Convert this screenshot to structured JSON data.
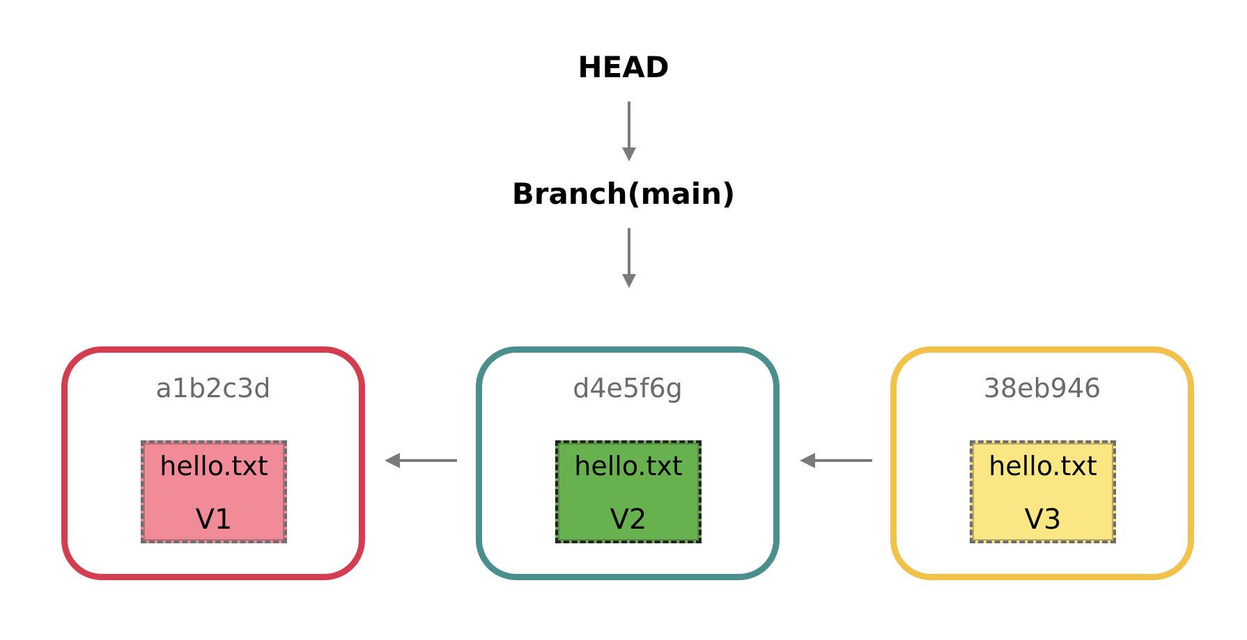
{
  "head": {
    "label": "HEAD"
  },
  "branch": {
    "label": "Branch(main)"
  },
  "commits": [
    {
      "hash": "a1b2c3d",
      "file": "hello.txt",
      "version": "V1",
      "border_color": "#d43c4f",
      "fill_color": "#f08b97"
    },
    {
      "hash": "d4e5f6g",
      "file": "hello.txt",
      "version": "V2",
      "border_color": "#4a8f8d",
      "fill_color": "#67b24e"
    },
    {
      "hash": "38eb946",
      "file": "hello.txt",
      "version": "V3",
      "border_color": "#f2c14a",
      "fill_color": "#fae783"
    }
  ],
  "arrow_color": "#7a7a7a"
}
